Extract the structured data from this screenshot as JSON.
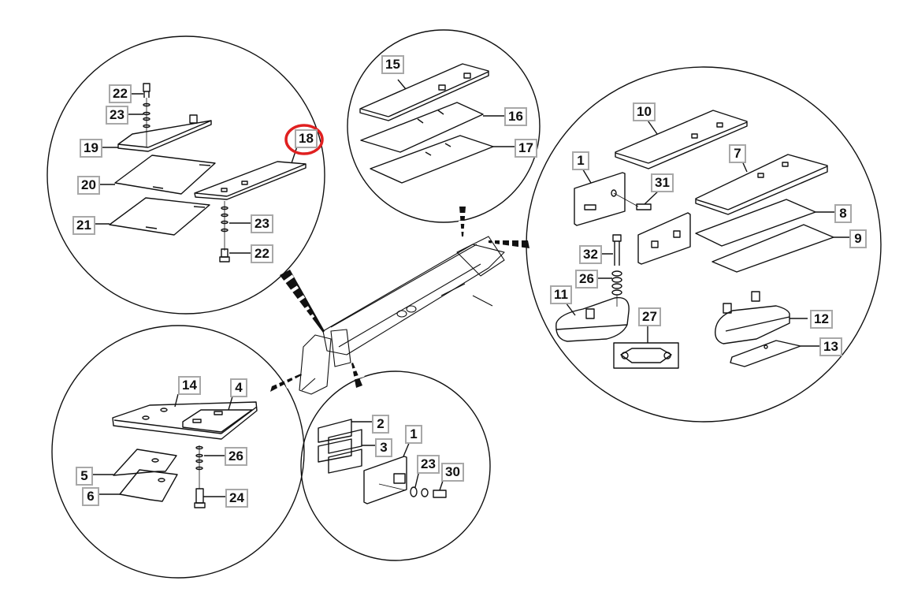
{
  "diagram": {
    "type": "exploded-parts-diagram",
    "subject": "boom arm wear pads / slide pads",
    "highlight": {
      "part": "18",
      "color": "#e02020",
      "style": "red circle"
    },
    "colors": {
      "line": "#111111",
      "label_border": "#a8a8a8",
      "background": "#ffffff"
    },
    "detail_views": [
      {
        "id": "top-left",
        "parts": [
          "22",
          "23",
          "19",
          "20",
          "21",
          "18",
          "23",
          "22"
        ]
      },
      {
        "id": "top-center",
        "parts": [
          "15",
          "16",
          "17"
        ]
      },
      {
        "id": "right",
        "parts": [
          "10",
          "1",
          "31",
          "7",
          "8",
          "9",
          "32",
          "26",
          "11",
          "27",
          "12",
          "13"
        ]
      },
      {
        "id": "bottom-left",
        "parts": [
          "14",
          "4",
          "26",
          "5",
          "6",
          "24"
        ]
      },
      {
        "id": "bottom-center",
        "parts": [
          "2",
          "3",
          "1",
          "23",
          "30"
        ]
      }
    ],
    "labels": {
      "tl_22a": "22",
      "tl_23a": "23",
      "tl_19": "19",
      "tl_20": "20",
      "tl_21": "21",
      "tl_18": "18",
      "tl_23b": "23",
      "tl_22b": "22",
      "tc_15": "15",
      "tc_16": "16",
      "tc_17": "17",
      "r_10": "10",
      "r_1": "1",
      "r_31": "31",
      "r_7": "7",
      "r_8": "8",
      "r_9": "9",
      "r_32": "32",
      "r_26": "26",
      "r_11": "11",
      "r_27": "27",
      "r_12": "12",
      "r_13": "13",
      "bl_14": "14",
      "bl_4": "4",
      "bl_26": "26",
      "bl_5": "5",
      "bl_6": "6",
      "bl_24": "24",
      "bc_2": "2",
      "bc_3": "3",
      "bc_1": "1",
      "bc_23": "23",
      "bc_30": "30"
    }
  }
}
